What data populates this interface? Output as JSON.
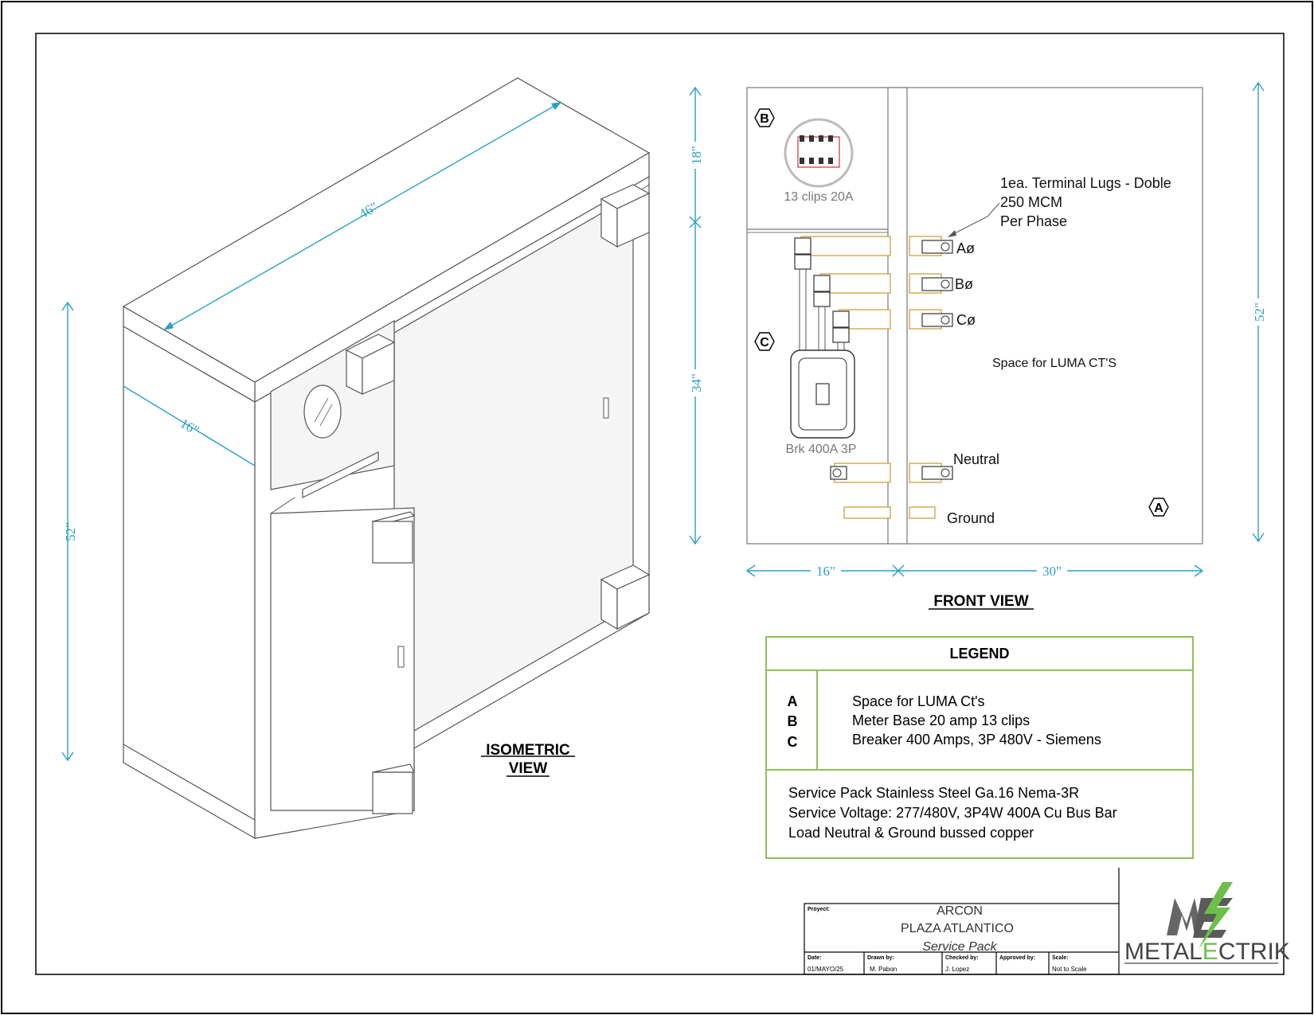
{
  "isometric": {
    "title_line1": "ISOMETRIC",
    "title_line2": "VIEW",
    "dim_width": "46\"",
    "dim_depth": "16\"",
    "dim_height": "52\""
  },
  "front": {
    "title": "FRONT VIEW",
    "dim_top": "18\"",
    "dim_middle": "34\"",
    "dim_right": "52\"",
    "dim_left_width": "16\"",
    "dim_right_width": "30\"",
    "meter_label": "13 clips 20A",
    "breaker_label": "Brk 400A 3P",
    "lugs_note_line1": "1ea. Terminal Lugs - Doble",
    "lugs_note_line2": "250 MCM",
    "lugs_note_line3": "Per Phase",
    "phase_a": "Aø",
    "phase_b": "Bø",
    "phase_c": "Cø",
    "ct_space": "Space for LUMA CT'S",
    "neutral": "Neutral",
    "ground": "Ground",
    "tag_a": "A",
    "tag_b": "B",
    "tag_c": "C"
  },
  "legend": {
    "title": "LEGEND",
    "items": [
      {
        "key": "A",
        "text": "Space for LUMA Ct's"
      },
      {
        "key": "B",
        "text": "Meter Base 20 amp 13 clips"
      },
      {
        "key": "C",
        "text": "Breaker 400 Amps, 3P 480V - Siemens"
      }
    ],
    "notes": [
      "Service Pack Stainless Steel Ga.16 Nema-3R",
      "Service Voltage: 277/480V, 3P4W 400A Cu Bus Bar",
      "Load Neutral & Ground bussed copper"
    ]
  },
  "title_block": {
    "project_label": "Proyect:",
    "project_line1": "ARCON",
    "project_line2": "PLAZA ATLANTICO",
    "project_line3": "Service Pack",
    "date_label": "Date:",
    "date": "01/MAYO/25",
    "drawn_label": "Drawn by:",
    "drawn": "M. Pabon",
    "checked_label": "Checked by:",
    "checked": "J. Lopez",
    "approved_label": "Approved by:",
    "approved": "",
    "scale_label": "Scale:",
    "scale": "Not to Scale"
  },
  "logo": {
    "text_a": "METAL",
    "text_b": "E",
    "text_c": "CTRIK"
  },
  "colors": {
    "dimension": "#2aa0c8",
    "bus": "#c89a2a",
    "legend_border": "#8fbf5a",
    "logo_green": "#6cc04a"
  }
}
